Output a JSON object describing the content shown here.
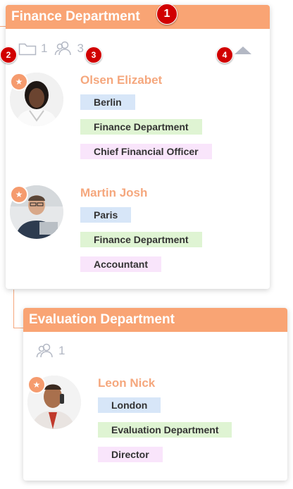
{
  "departments": [
    {
      "title": "Finance Department",
      "folder_count": "1",
      "member_count": "3",
      "people": [
        {
          "name": "Olsen Elizabet",
          "location": "Berlin",
          "department": "Finance Department",
          "role": "Chief Financial Officer"
        },
        {
          "name": "Martin Josh",
          "location": "Paris",
          "department": "Finance Department",
          "role": "Accountant"
        }
      ]
    },
    {
      "title": "Evaluation Department",
      "member_count": "1",
      "people": [
        {
          "name": "Leon Nick",
          "location": "London",
          "department": "Evaluation Department",
          "role": "Director"
        }
      ]
    }
  ],
  "markers": [
    "1",
    "2",
    "3",
    "4"
  ],
  "icons": {
    "folder": "folder-icon",
    "members": "members-icon",
    "collapse": "collapse-arrow-icon",
    "star": "star-icon"
  },
  "colors": {
    "header": "#f9a474",
    "name": "#f5a77d",
    "location_tag": "#d7e6f8",
    "department_tag": "#dff4d3",
    "role_tag": "#f9e5fb",
    "marker": "#d10000"
  }
}
